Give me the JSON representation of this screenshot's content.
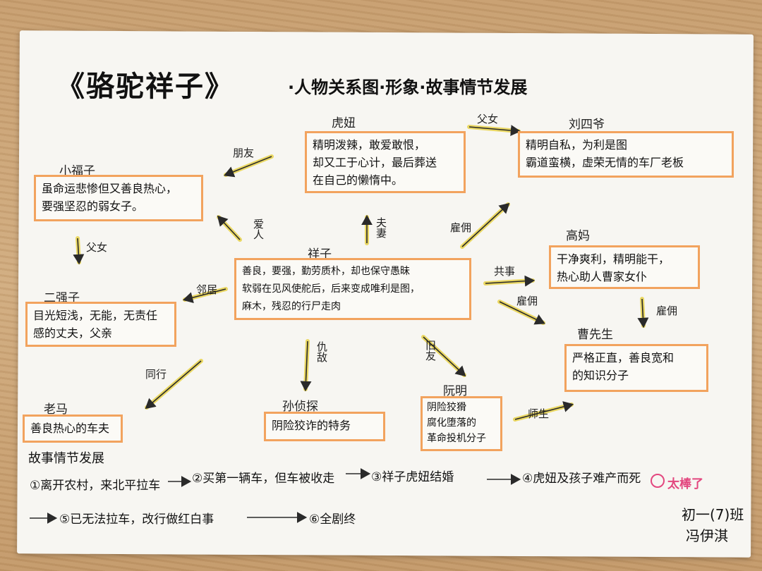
{
  "title": "《骆驼祥子》",
  "subtitle": "·人物关系图·形象·故事情节发展",
  "characters": {
    "huniu": {
      "name": "虎妞",
      "desc": [
        "精明泼辣，敢爱敢恨，",
        "却又工于心计，最后葬送",
        "在自己的懒惰中。"
      ]
    },
    "liusiye": {
      "name": "刘四爷",
      "desc": [
        "精明自私，为利是图",
        "霸道蛮横，虚荣无情的车厂老板"
      ]
    },
    "xiaofuzi": {
      "name": "小福子",
      "desc": [
        "虽命运悲惨但又善良热心，",
        "要强坚忍的弱女子。"
      ]
    },
    "xiangzi": {
      "name": "祥子",
      "desc": [
        "善良，要强，勤劳质朴，却也保守愚昧",
        "软弱在见风使舵后，后来变成唯利是图，",
        "麻木，残忍的行尸走肉"
      ]
    },
    "gaoma": {
      "name": "高妈",
      "desc": [
        "干净爽利，精明能干，",
        "热心助人曹家女仆"
      ]
    },
    "erqiangzi": {
      "name": "二强子",
      "desc": [
        "目光短浅，无能，无责任",
        "感的丈夫，父亲"
      ]
    },
    "caoxiansheng": {
      "name": "曹先生",
      "desc": [
        "严格正直，善良宽和",
        "的知识分子"
      ]
    },
    "laoma": {
      "name": "老马",
      "desc": [
        "善良热心的车夫"
      ]
    },
    "sunzhentan": {
      "name": "孙侦探",
      "desc": [
        "阴险狡诈的特务"
      ]
    },
    "ruanming": {
      "name": "阮明",
      "desc": [
        "阴险狡猾",
        "腐化堕落的",
        "革命投机分子"
      ]
    }
  },
  "relations": {
    "fu_nv_top": "父女",
    "peng_you": "朋友",
    "fu_qi": "夫妻",
    "gu_yong_top": "雇佣",
    "ai_ren": "爱人",
    "fu_nv_left": "父女",
    "lin_ju": "邻居",
    "gong_shi": "共事",
    "gu_yong_mid": "雇佣",
    "gu_yong_right": "雇佣",
    "tong_hang": "同行",
    "chou_di": "仇敌",
    "jiu_you": "旧友",
    "shi_sheng": "师生"
  },
  "plot": {
    "header": "故事情节发展",
    "steps": [
      "①离开农村，来北平拉车",
      "②买第一辆车，但车被收走",
      "③祥子虎妞结婚",
      "④虎妞及孩子难产而死",
      "⑤已无法拉车，改行做红白事",
      "⑥全剧终"
    ]
  },
  "badge": "太棒了",
  "signature": {
    "class": "初一(7)班",
    "name": "冯伊淇"
  },
  "colors": {
    "box_border": "#f2a35e",
    "arrow": "#e8d24a",
    "ink": "#111111"
  }
}
